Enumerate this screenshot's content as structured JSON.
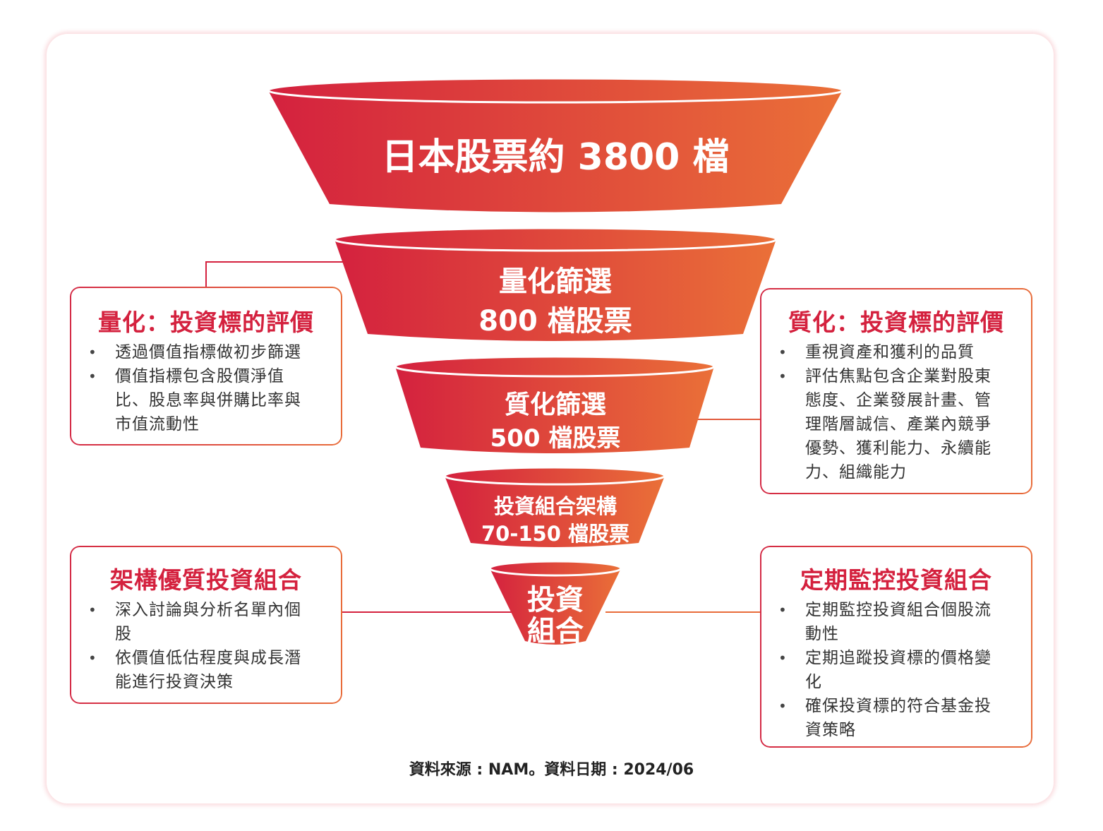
{
  "funnel": {
    "level1": "日本股票約 3800 檔",
    "level2_line1": "量化篩選",
    "level2_line2": "800 檔股票",
    "level3_line1": "質化篩選",
    "level3_line2": "500 檔股票",
    "level4_line1": "投資組合架構",
    "level4_line2": "70-150 檔股票",
    "level5_line1": "投資",
    "level5_line2": "組合"
  },
  "boxes": {
    "quant": {
      "title": "量化：投資標的評價",
      "items": [
        "透過價值指標做初步篩選",
        "價值指標包含股價淨值",
        "比、股息率與併購比率與",
        "市值流動性"
      ]
    },
    "qual": {
      "title": "質化：投資標的評價",
      "items": [
        "重視資產和獲利的品質",
        "評估焦點包含企業對股東",
        "態度、企業發展計畫、管",
        "理階層誠信、產業內競爭",
        "優勢、獲利能力、永續能",
        "力、組織能力"
      ]
    },
    "build": {
      "title": "架構優質投資組合",
      "items": [
        "深入討論與分析名單內個",
        "股",
        "依價值低估程度與成長潛",
        "能進行投資決策"
      ]
    },
    "monitor": {
      "title": "定期監控投資組合",
      "items": [
        "定期監控投資組合個股流",
        "動性",
        "定期追蹤投資標的價格變",
        "化",
        "確保投資標的符合基金投",
        "資策略"
      ]
    }
  },
  "source": "資料來源 : NAM。資料日期 : 2024/06",
  "colors": {
    "start": "#d4213e",
    "end": "#ea7038",
    "title": "#d4213e"
  }
}
